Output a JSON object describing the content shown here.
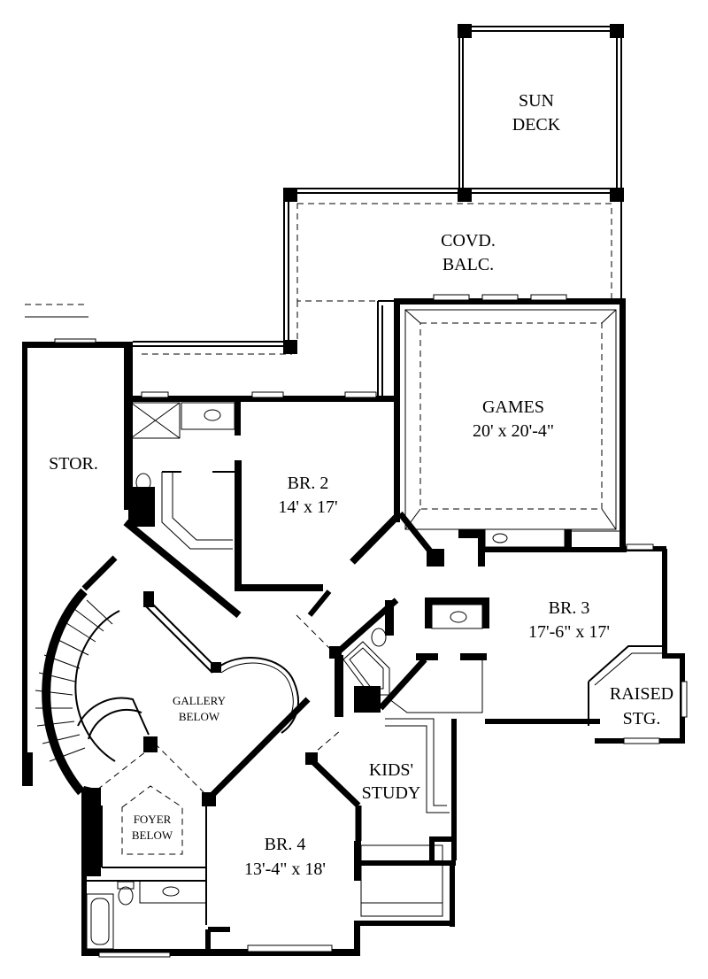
{
  "rooms": {
    "sun_deck": {
      "line1": "SUN",
      "line2": "DECK"
    },
    "covd_balc": {
      "line1": "COVD.",
      "line2": "BALC."
    },
    "games": {
      "name": "GAMES",
      "size": "20' x 20'-4\""
    },
    "stor": {
      "name": "STOR."
    },
    "br2": {
      "name": "BR. 2",
      "size": "14' x 17'"
    },
    "br3": {
      "name": "BR. 3",
      "size": "17'-6\" x 17'"
    },
    "raised_stg": {
      "line1": "RAISED",
      "line2": "STG."
    },
    "gallery": {
      "line1": "GALLERY",
      "line2": "BELOW"
    },
    "kids_study": {
      "line1": "KIDS'",
      "line2": "STUDY"
    },
    "foyer": {
      "line1": "FOYER",
      "line2": "BELOW"
    },
    "br4": {
      "name": "BR. 4",
      "size": "13'-4\" x 18'"
    }
  },
  "colors": {
    "ink": "#000000",
    "paper": "#ffffff"
  }
}
